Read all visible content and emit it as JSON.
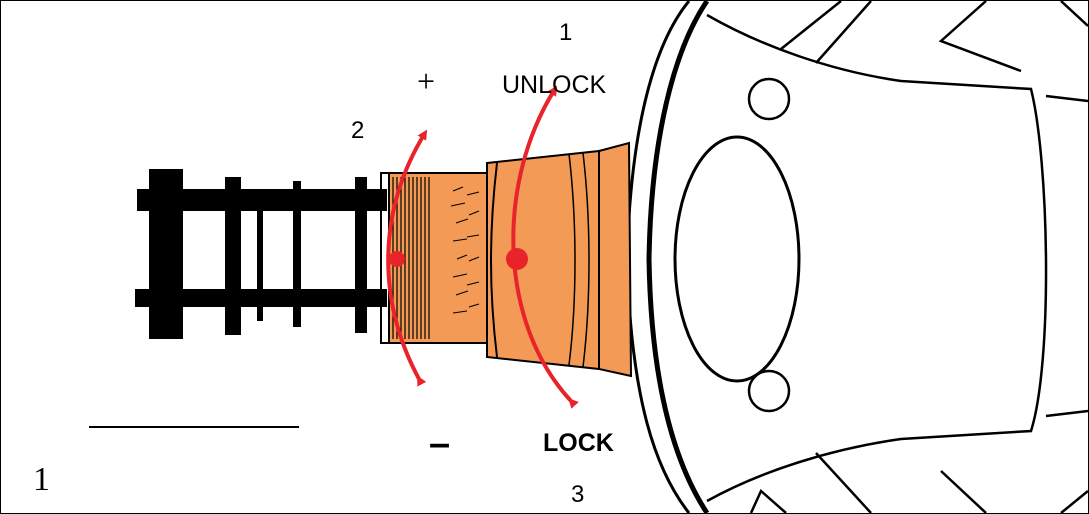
{
  "labels": {
    "step_1": "1",
    "unlock": "UNLOCK",
    "plus": "+",
    "step_2": "2",
    "minus": "–",
    "lock": "LOCK",
    "step_3": "3",
    "figure_number": "1"
  },
  "colors": {
    "line": "#000000",
    "collar": "#f39a57",
    "collar_dark": "#e0813c",
    "arrow": "#e8242a"
  }
}
